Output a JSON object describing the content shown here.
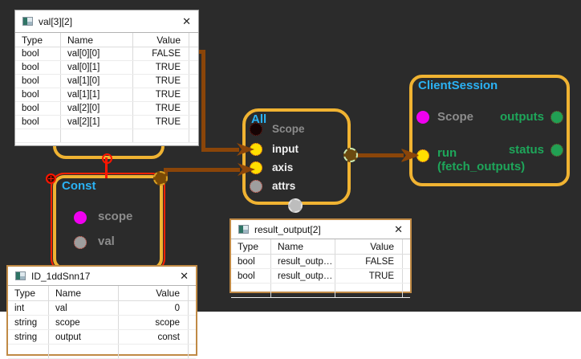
{
  "glyphs": {
    "close": "✕"
  },
  "colors": {
    "canvas_bg": "#2b2b2b",
    "node_border": "#f0b332",
    "node_title": "#2bb2f4",
    "wire": "#8a4509",
    "selection_red": "#ff1500",
    "green_text": "#1ea65a",
    "magenta_port": "#f000f0",
    "yellow_port": "#ffdf00",
    "window_border_tan": "#c08a45"
  },
  "windows": {
    "val": {
      "title": "val[3][2]",
      "headers": {
        "type": "Type",
        "name": "Name",
        "value": "Value"
      },
      "rows": [
        {
          "type": "bool",
          "name": "val[0][0]",
          "value": "FALSE"
        },
        {
          "type": "bool",
          "name": "val[0][1]",
          "value": "TRUE"
        },
        {
          "type": "bool",
          "name": "val[1][0]",
          "value": "TRUE"
        },
        {
          "type": "bool",
          "name": "val[1][1]",
          "value": "TRUE"
        },
        {
          "type": "bool",
          "name": "val[2][0]",
          "value": "TRUE"
        },
        {
          "type": "bool",
          "name": "val[2][1]",
          "value": "TRUE"
        }
      ]
    },
    "result": {
      "title": "result_output[2]",
      "headers": {
        "type": "Type",
        "name": "Name",
        "value": "Value"
      },
      "rows": [
        {
          "type": "bool",
          "name": "result_outp…",
          "value": "FALSE"
        },
        {
          "type": "bool",
          "name": "result_outp…",
          "value": "TRUE"
        }
      ]
    },
    "id": {
      "title": "ID_1ddSnn17",
      "headers": {
        "type": "Type",
        "name": "Name",
        "value": "Value"
      },
      "rows": [
        {
          "type": "int",
          "name": "val",
          "value": "0"
        },
        {
          "type": "string",
          "name": "scope",
          "value": "scope"
        },
        {
          "type": "string",
          "name": "output",
          "value": "const"
        }
      ]
    }
  },
  "nodes": {
    "all": {
      "title": "All",
      "ports": {
        "scope": "Scope",
        "input": "input",
        "axis": "axis",
        "attrs": "attrs"
      }
    },
    "client_session": {
      "title": "ClientSession",
      "ports": {
        "scope": "Scope",
        "run": "run",
        "run_sub": "(fetch_outputs)",
        "outputs": "outputs",
        "status": "status"
      }
    },
    "const": {
      "title": "Const",
      "ports": {
        "scope": "scope",
        "val": "val"
      }
    }
  }
}
